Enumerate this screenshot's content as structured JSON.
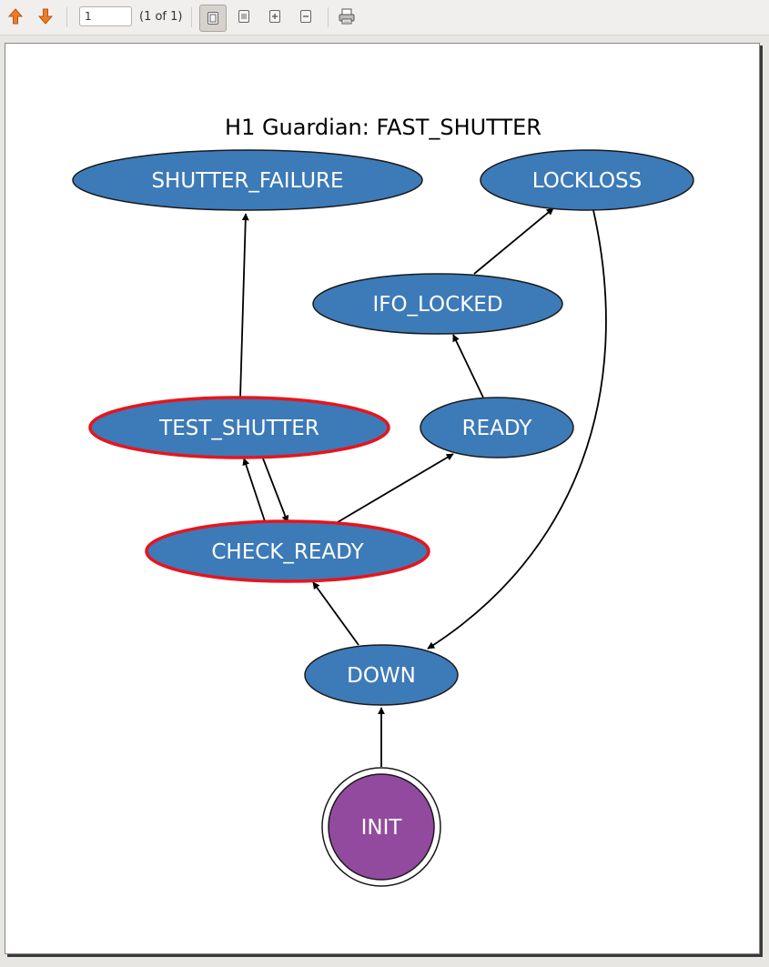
{
  "toolbar": {
    "page_input_value": "1",
    "page_count": "(1 of 1)",
    "icons": [
      "arrow-up-icon",
      "arrow-down-icon",
      "fit-page-icon",
      "fit-width-icon",
      "zoom-in-icon",
      "zoom-out-icon",
      "print-icon"
    ]
  },
  "diagram": {
    "title": "H1 Guardian: FAST_SHUTTER",
    "colors": {
      "node_fill": "#3d7ab8",
      "node_stroke": "#1a1a1a",
      "highlight_stroke": "#e8141c",
      "init_fill": "#924a9e",
      "edge": "#000000"
    },
    "nodes": {
      "shutter_failure": "SHUTTER_FAILURE",
      "lockloss": "LOCKLOSS",
      "ifo_locked": "IFO_LOCKED",
      "test_shutter": "TEST_SHUTTER",
      "ready": "READY",
      "check_ready": "CHECK_READY",
      "down": "DOWN",
      "init": "INIT"
    }
  }
}
